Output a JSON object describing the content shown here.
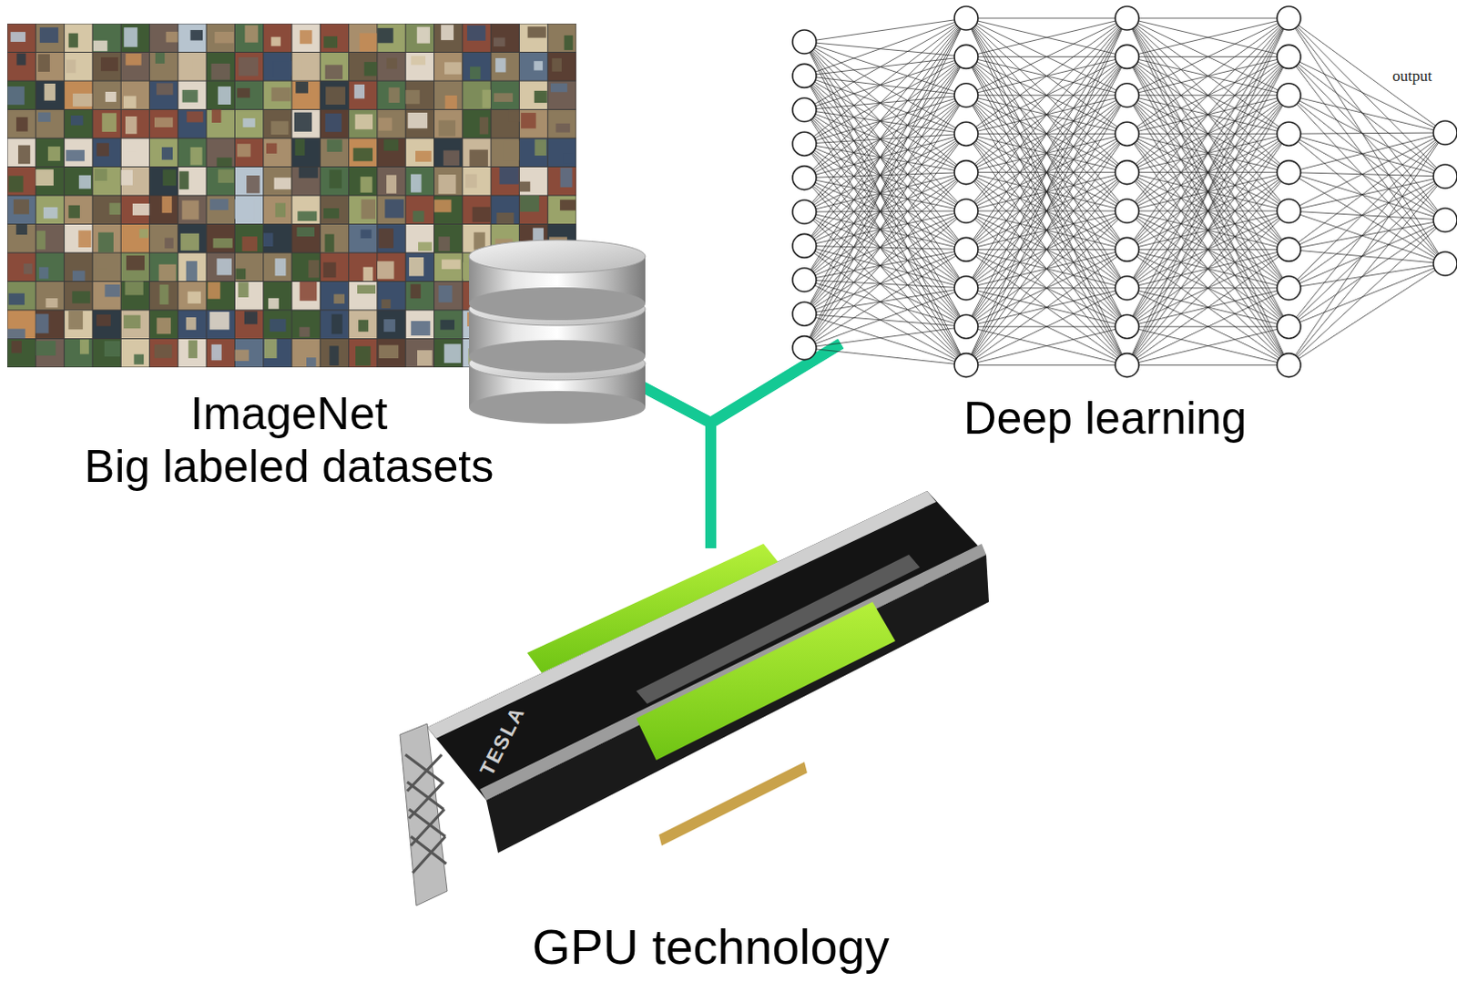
{
  "diagram": {
    "nodes": [
      {
        "text": [
          "ImageNet",
          "Big labeled datasets"
        ]
      },
      {
        "text": [
          "Deep learning"
        ]
      },
      {
        "text": [
          "GPU technology"
        ]
      }
    ],
    "edges": [
      {
        "from": 0,
        "to": 2,
        "arrow": "none"
      },
      {
        "from": 1,
        "to": 2,
        "arrow": "none"
      },
      {
        "from": 0,
        "to": 1,
        "arrow": "none"
      }
    ],
    "labels": [
      "output",
      "TESLA"
    ]
  }
}
